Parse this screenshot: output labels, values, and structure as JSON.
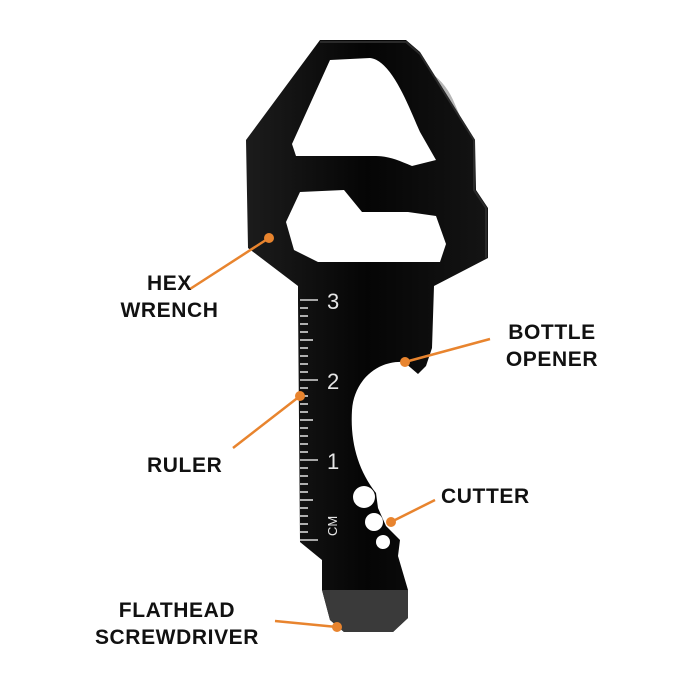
{
  "labels": {
    "hex_wrench": [
      "HEX",
      "WRENCH"
    ],
    "bottle_opener": [
      "BOTTLE",
      "OPENER"
    ],
    "ruler": [
      "RULER"
    ],
    "cutter": [
      "CUTTER"
    ],
    "flathead_screwdriver": [
      "FLATHEAD",
      "SCREWDRIVER"
    ]
  },
  "ruler": {
    "marks": [
      "3",
      "2",
      "1"
    ],
    "unit": "CM"
  },
  "colors": {
    "tool_body": "#0a0a0a",
    "tool_edge": "#2a2a2a",
    "tip": "#3a3a3a",
    "callout": "#e8842e",
    "text": "#111111",
    "ring": "#b5b5b5"
  }
}
